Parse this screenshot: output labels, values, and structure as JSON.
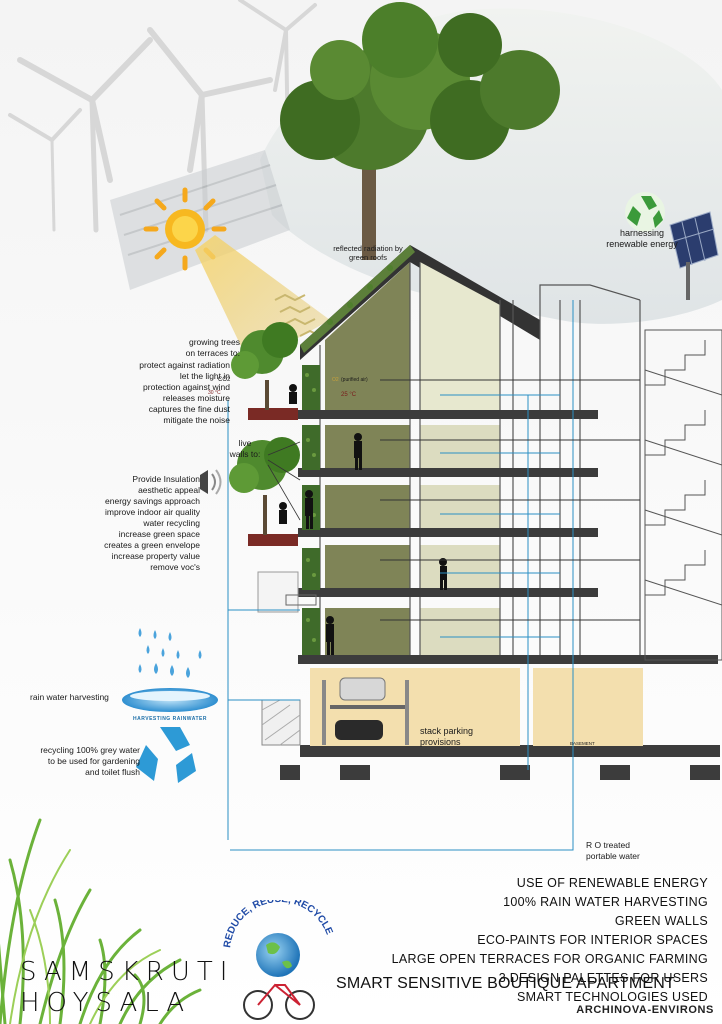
{
  "labels": {
    "harnessing": [
      "harnessing",
      "renewable energy"
    ],
    "reflected": [
      "reflected radiation by",
      "green roofs"
    ],
    "trees_title": [
      "growing trees",
      "on terraces to:"
    ],
    "trees_list": [
      "protect against radiation",
      "let the light in",
      "protection against wind",
      "releases moisture",
      "captures the fine dust",
      "mitigate the noise"
    ],
    "co2": "CO2",
    "o2": "O2",
    "purified": "(purified air)",
    "temp_out": "30 °C",
    "temp_in": "25 °C",
    "live_walls": [
      "live",
      "walls to:"
    ],
    "walls_list": [
      "Provide Insulation",
      "aesthetic appeal",
      "energy savings approach",
      "improve indoor air quality",
      "water recycling",
      "increase green space",
      "creates a green envelope",
      "increase property value",
      "remove voc's"
    ],
    "rain": "rain water harvesting",
    "rain_logo": "HARVESTING RAINWATER",
    "grey": [
      "recycling 100% grey water",
      "to be used for gardening",
      "and toilet flush"
    ],
    "parking": [
      "stack parking",
      "provisions"
    ],
    "basement": "BASEMENT",
    "ro": [
      "R O treated",
      "portable water"
    ]
  },
  "features": [
    "USE OF RENEWABLE ENERGY",
    "100% RAIN WATER HARVESTING",
    "GREEN WALLS",
    "ECO-PAINTS FOR INTERIOR SPACES",
    "LARGE OPEN TERRACES FOR ORGANIC FARMING",
    "3 DESIGN PALETTES FOR USERS",
    "SMART TECHNOLOGIES USED"
  ],
  "tagline": "SMART SENSITIVE BOUTIQUE APARTMENT",
  "firm": "ARCHINOVA-ENVIRONS",
  "brand": [
    "SAMSKRUTI",
    "HOYSALA"
  ],
  "rrr_logo": "REDUCE, REUSE, RECYCLE",
  "icons": [
    "recycle-icon",
    "solar-panel-icon",
    "sun-icon",
    "wind-turbine-icon",
    "tree-icon",
    "speaker-icon",
    "rain-drop-icon",
    "car-icon",
    "globe-bicycle-icon"
  ],
  "colors": {
    "wall_green": "#7f8457",
    "pale": "#dcdcc0",
    "parking": "#f3dfae",
    "slab": "#3c3c3c",
    "pipe": "#2a8fc4",
    "recycle": "#2d9ad6",
    "sun": "#f7b820"
  }
}
